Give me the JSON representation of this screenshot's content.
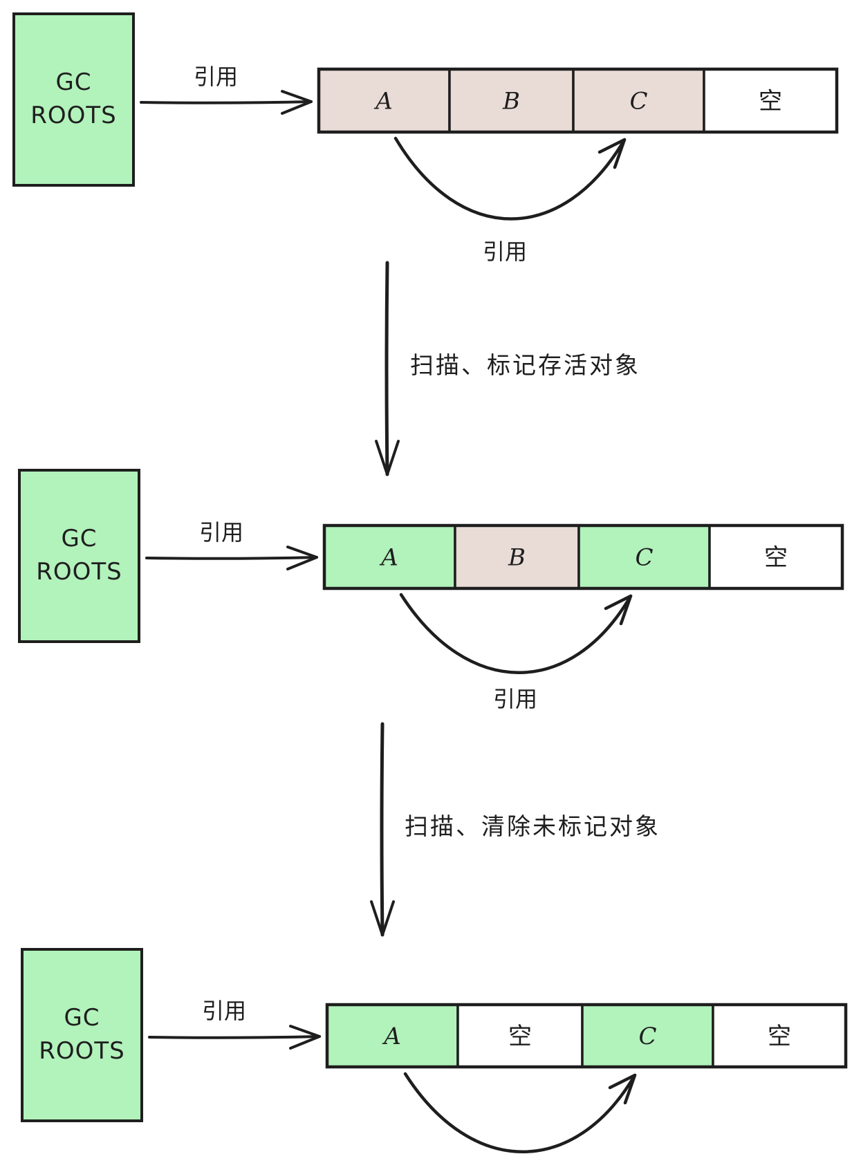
{
  "colors": {
    "stroke": "#1e1e1e",
    "live": "#b2f2bb",
    "unmarked": "#e9dcd7",
    "empty": "#ffffff"
  },
  "stages": [
    {
      "root_label_line1": "GC",
      "root_label_line2": "ROOTS",
      "root_ref_label": "引用",
      "inner_ref_label": "引用",
      "cells": [
        {
          "label": "A",
          "state": "unmarked"
        },
        {
          "label": "B",
          "state": "unmarked"
        },
        {
          "label": "C",
          "state": "unmarked"
        },
        {
          "label": "空",
          "state": "empty"
        }
      ]
    },
    {
      "root_label_line1": "GC",
      "root_label_line2": "ROOTS",
      "root_ref_label": "引用",
      "inner_ref_label": "引用",
      "cells": [
        {
          "label": "A",
          "state": "live"
        },
        {
          "label": "B",
          "state": "unmarked"
        },
        {
          "label": "C",
          "state": "live"
        },
        {
          "label": "空",
          "state": "empty"
        }
      ]
    },
    {
      "root_label_line1": "GC",
      "root_label_line2": "ROOTS",
      "root_ref_label": "引用",
      "inner_ref_label": "",
      "cells": [
        {
          "label": "A",
          "state": "live"
        },
        {
          "label": "空",
          "state": "empty"
        },
        {
          "label": "C",
          "state": "live"
        },
        {
          "label": "空",
          "state": "empty"
        }
      ]
    }
  ],
  "transitions": [
    {
      "label": "扫描、标记存活对象"
    },
    {
      "label": "扫描、清除未标记对象"
    }
  ]
}
